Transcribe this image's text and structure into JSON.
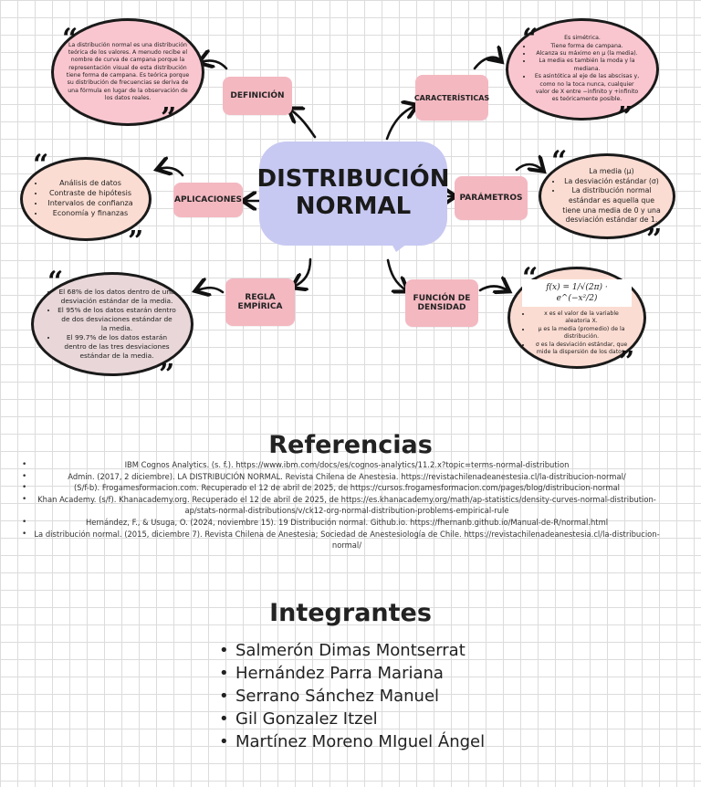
{
  "title": {
    "line1": "DISTRIBUCIÓN",
    "line2": "NORMAL"
  },
  "labels": {
    "definicion": "DEFINICIÓN",
    "caracteristicas": "CARACTERÍSTICAS",
    "aplicaciones": "APLICACIONES",
    "parametros": "PARÁMETROS",
    "regla_empirica": "REGLA EMPÍRICA",
    "funcion_densidad": "FUNCIÓN DE DENSIDAD"
  },
  "definicion_text": "La distribución normal es una distribución teórica de los valores. A menudo recibe el nombre de curva de campana porque la representación visual de esta distribución tiene forma de campana. Es teórica porque su distribución de frecuencias se deriva de una fórmula en lugar de la observación de los datos reales.",
  "caracteristicas_items": [
    "Es simétrica.",
    "Tiene forma de campana.",
    "Alcanza su máximo en μ (la media).",
    "La media es también la moda y la mediana.",
    "Es asintótica al eje de las abscisas y, como no la toca nunca, cualquier valor de X entre −infinito y +infinito es teóricamente posible."
  ],
  "aplicaciones_items": [
    "Análisis de datos",
    "Contraste de hipótesis",
    "Intervalos de confianza",
    "Economía y finanzas"
  ],
  "parametros_items": [
    "La media (μ)",
    "La desviación estándar (σ)",
    "La distribución normal estándar es aquella que tiene una media de 0 y una desviación estándar de 1."
  ],
  "regla_items": [
    "El 68% de los datos dentro de una desviación estándar de la media.",
    "El 95% de los datos estarán dentro de dos desviaciones estándar de la media.",
    "El 99.7% de los datos estarán dentro de las tres desviaciones estándar de la media."
  ],
  "densidad": {
    "formula": "f(x) = 1/√(2π) · e^(−x²/2)",
    "items": [
      "x es el valor de la variable aleatoria X.",
      "μ es la media (promedio) de la distribución.",
      "σ es la desviación estándar, que mide la dispersión de los datos."
    ]
  },
  "quotes": {
    "open": "“",
    "close": "”"
  },
  "referencias_heading": "Referencias",
  "referencias": [
    "IBM Cognos Analytics. (s. f.). https://www.ibm.com/docs/es/cognos-analytics/11.2.x?topic=terms-normal-distribution",
    "Admin. (2017, 2 diciembre). LA DISTRIBUCIÓN NORMAL. Revista Chilena de Anestesia. https://revistachilenadeanestesia.cl/la-distribucion-normal/",
    "(S/f-b). Frogamesformacion.com. Recuperado el 12 de abril de 2025, de https://cursos.frogamesformacion.com/pages/blog/distribucion-normal",
    "Khan Academy. (s/f). Khanacademy.org. Recuperado el 12 de abril de 2025, de https://es.khanacademy.org/math/ap-statistics/density-curves-normal-distribution-ap/stats-normal-distributions/v/ck12-org-normal-distribution-problems-empirical-rule",
    "Hernández, F., & Usuga, O. (2024, noviembre 15). 19 Distribución normal. Github.io. https://fhernanb.github.io/Manual-de-R/normal.html",
    "La distribución normal. (2015, diciembre 7). Revista Chilena de Anestesia; Sociedad de Anestesiología de Chile. https://revistachilenadeanestesia.cl/la-distribucion-normal/"
  ],
  "integrantes_heading": "Integrantes",
  "integrantes": [
    "Salmerón Dimas Montserrat",
    "Hernández Parra Mariana",
    "Serrano Sánchez Manuel",
    "Gil Gonzalez Itzel",
    "Martínez Moreno MIguel Ángel"
  ],
  "colors": {
    "label_bg": "#f4b8c1",
    "title_bg": "#c7c9f2",
    "oval_pink": "#f9c6cf",
    "oval_peach": "#fbdcd2",
    "oval_mauve": "#e8d6d8"
  }
}
